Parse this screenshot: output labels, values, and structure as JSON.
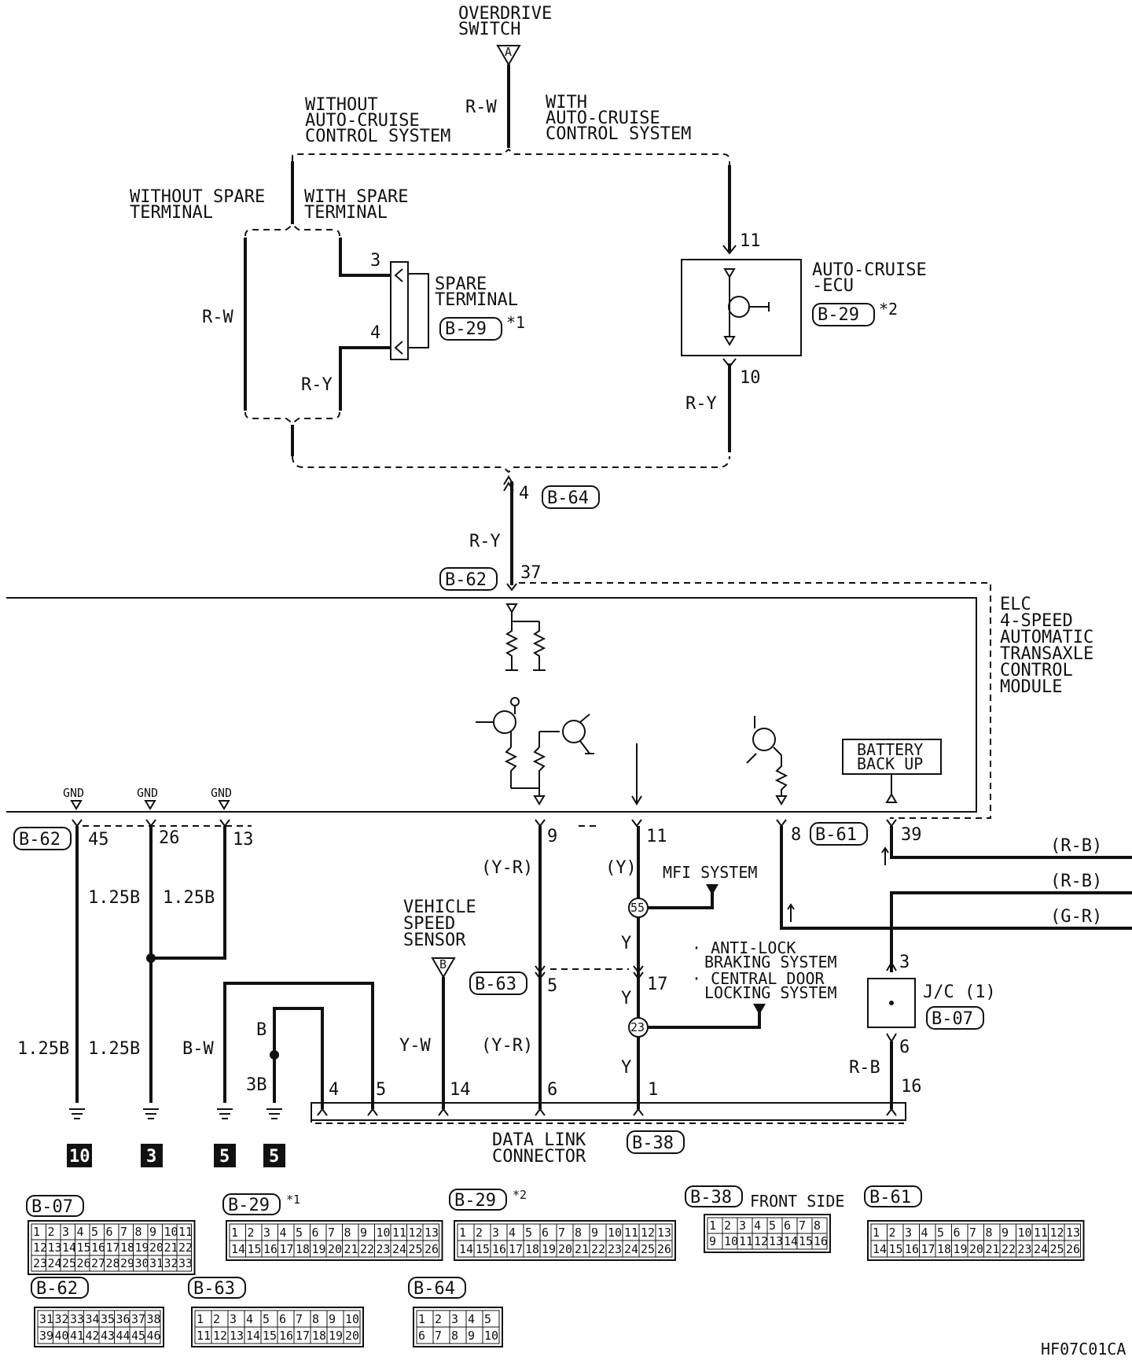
{
  "top": {
    "overdrive_switch": [
      "OVERDRIVE",
      "SWITCH"
    ],
    "conn_a": "A",
    "wire_rw": "R-W",
    "without_acc": [
      "WITHOUT",
      "AUTO-CRUISE",
      "CONTROL SYSTEM"
    ],
    "with_acc": [
      "WITH",
      "AUTO-CRUISE",
      "CONTROL SYSTEM"
    ],
    "without_spare": [
      "WITHOUT SPARE",
      "TERMINAL"
    ],
    "with_spare": [
      "WITH SPARE",
      "TERMINAL"
    ]
  },
  "spare": {
    "label": [
      "SPARE",
      "TERMINAL"
    ],
    "connector": "B-29",
    "note": "*1",
    "pin_top": "3",
    "pin_bottom": "4",
    "wire_left": "R-W",
    "wire_ry": "R-Y"
  },
  "ecu": {
    "label": [
      "AUTO-CRUISE",
      "-ECU"
    ],
    "connector": "B-29",
    "note": "*2",
    "pin_top": "11",
    "pin_bottom": "10",
    "wire": "R-Y"
  },
  "mid": {
    "b64": "B-64",
    "pin4": "4",
    "wire": "R-Y",
    "b62": "B-62",
    "pin37": "37"
  },
  "module": {
    "label": [
      "ELC",
      "4-SPEED",
      "AUTOMATIC",
      "TRANSAXLE",
      "CONTROL",
      "MODULE"
    ],
    "battery": [
      "BATTERY",
      "BACK UP"
    ]
  },
  "bottom": {
    "gnd": "GND",
    "b62": "B-62",
    "pins": [
      "45",
      "26",
      "13",
      "9",
      "11",
      "8",
      "39"
    ],
    "b61": "B-61",
    "wire_125b": "1.25B",
    "wire_bw": "B-W",
    "wire_b": "B",
    "wire_3b": "3B",
    "wire_yr": "(Y-R)",
    "wire_yr2": "(Y-R)",
    "wire_y_paren": "(Y)",
    "wire_y": "Y",
    "wire_yw": "Y-W",
    "wire_rb_paren": "(R-B)",
    "wire_gr_paren": "(G-R)",
    "wire_rb": "R-B",
    "mfi": "MFI SYSTEM",
    "abs": [
      "· ANTI-LOCK",
      "BRAKING SYSTEM"
    ],
    "cdl": [
      "· CENTRAL DOOR",
      "LOCKING SYSTEM"
    ],
    "vss": [
      "VEHICLE",
      "SPEED",
      "SENSOR"
    ],
    "conn_b": "B",
    "b63": "B-63",
    "pin5": "5",
    "pin17": "17",
    "j55": "55",
    "j23": "23",
    "jc": "J/C (1)",
    "b07": "B-07",
    "jc_top": "3",
    "jc_bottom": "6",
    "dlc_pins": [
      "4",
      "5",
      "14",
      "6",
      "1",
      "16"
    ],
    "dlc": [
      "DATA LINK",
      "CONNECTOR"
    ],
    "b38": "B-38",
    "grounds": [
      "10",
      "3",
      "5",
      "5"
    ]
  },
  "legend": {
    "b07": "B-07",
    "b29a": "B-29",
    "b29a_note": "*1",
    "b29b": "B-29",
    "b29b_note": "*2",
    "b38": "B-38",
    "b38_note": "FRONT SIDE",
    "b61": "B-61",
    "b62": "B-62",
    "b63": "B-63",
    "b64": "B-64"
  },
  "footer": "HF07C01CA"
}
